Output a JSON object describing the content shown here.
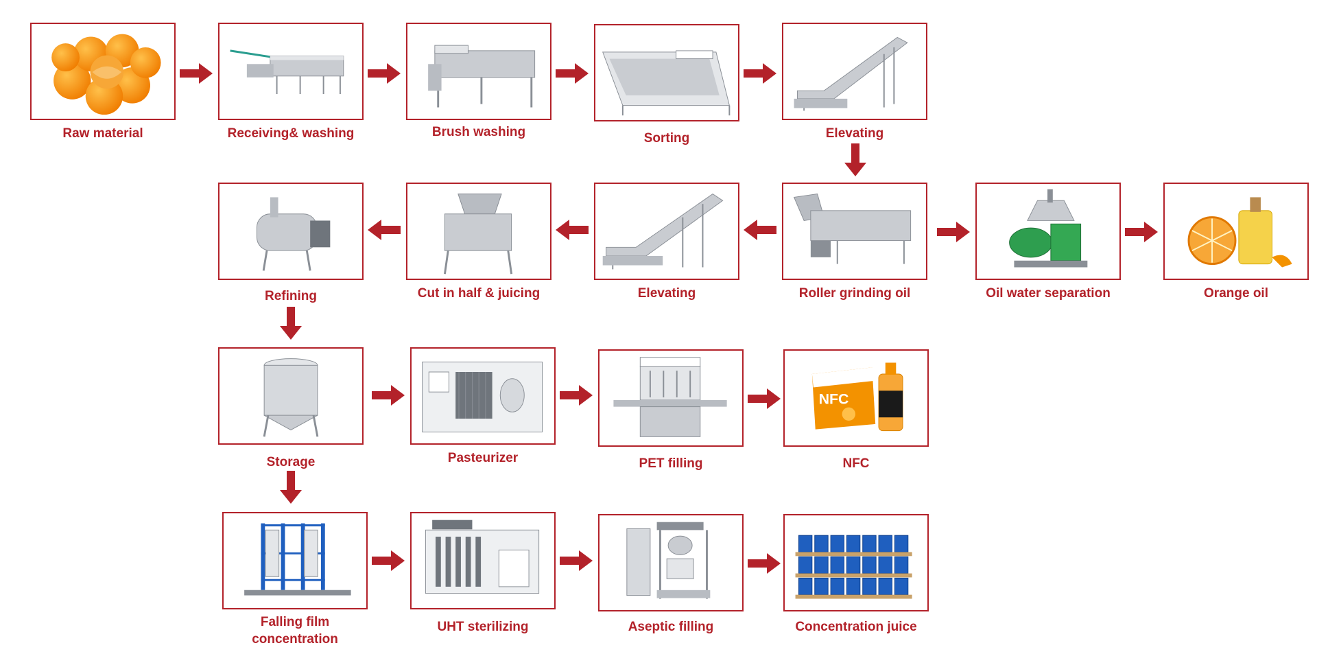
{
  "colors": {
    "accent": "#b3222a",
    "steel": "#9aa0a6",
    "orange": "#f39200",
    "blue": "#1f5fbf"
  },
  "steps": {
    "raw_material": {
      "label": "Raw material",
      "icon": "oranges-icon"
    },
    "receiving_washing": {
      "label": "Receiving& washing",
      "icon": "washing-line-icon"
    },
    "brush_washing": {
      "label": "Brush washing",
      "icon": "brush-washer-icon"
    },
    "sorting": {
      "label": "Sorting",
      "icon": "sorting-conveyor-icon"
    },
    "elevating_1": {
      "label": "Elevating",
      "icon": "elevator-conveyor-icon"
    },
    "refining": {
      "label": "Refining",
      "icon": "refiner-icon"
    },
    "cut_juicing": {
      "label": "Cut in half & juicing",
      "icon": "juicer-icon"
    },
    "elevating_2": {
      "label": "Elevating",
      "icon": "elevator-conveyor-icon"
    },
    "roller_grinding": {
      "label": "Roller grinding oil",
      "icon": "roller-grinder-icon"
    },
    "oil_water": {
      "label": "Oil water separation",
      "icon": "centrifuge-icon"
    },
    "orange_oil": {
      "label": "Orange oil",
      "icon": "orange-oil-icon"
    },
    "storage": {
      "label": "Storage",
      "icon": "storage-tank-icon"
    },
    "pasteurizer": {
      "label": "Pasteurizer",
      "icon": "pasteurizer-icon"
    },
    "pet_filling": {
      "label": "PET filling",
      "icon": "filling-machine-icon"
    },
    "nfc": {
      "label": "NFC",
      "icon": "nfc-bottle-icon",
      "brand_text": "NFC"
    },
    "falling_film": {
      "label": "Falling film concentration",
      "icon": "evaporator-icon"
    },
    "uht": {
      "label": "UHT sterilizing",
      "icon": "uht-sterilizer-icon"
    },
    "aseptic": {
      "label": "Aseptic filling",
      "icon": "aseptic-filler-icon"
    },
    "concentration_juice": {
      "label": "Concentration juice",
      "icon": "drums-icon"
    }
  }
}
